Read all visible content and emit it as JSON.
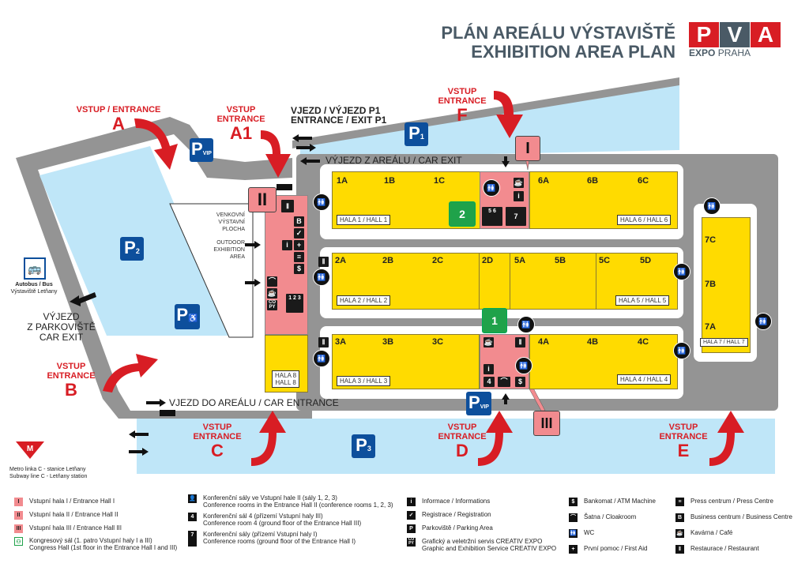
{
  "header": {
    "title_cz": "PLÁN AREÁLU VÝSTAVIŠTĚ",
    "title_en": "EXHIBITION AREA PLAN",
    "logo_letters": [
      "P",
      "V",
      "A"
    ],
    "logo_sub_1": "EXPO",
    "logo_sub_2": "PRAHA",
    "colors": {
      "red": "#d81d24",
      "slate": "#4a5a66",
      "yellow": "#ffdb00",
      "pink": "#f28b8f",
      "road": "#949494",
      "water": "#bfe6f8",
      "parking": "#0d4f9c",
      "congress": "#1fa24a"
    }
  },
  "entrances": {
    "A": {
      "label": "VSTUP / ENTRANCE",
      "letter": "A"
    },
    "A1": {
      "label1": "VSTUP",
      "label2": "ENTRANCE",
      "letter": "A1"
    },
    "B": {
      "label1": "VSTUP",
      "label2": "ENTRANCE",
      "letter": "B"
    },
    "C": {
      "label1": "VSTUP",
      "label2": "ENTRANCE",
      "letter": "C"
    },
    "D": {
      "label1": "VSTUP",
      "label2": "ENTRANCE",
      "letter": "D"
    },
    "E": {
      "label1": "VSTUP",
      "label2": "ENTRANCE",
      "letter": "E"
    },
    "F": {
      "label1": "VSTUP",
      "label2": "ENTRANCE",
      "letter": "F"
    }
  },
  "roads": {
    "p1_cz": "VJEZD / VÝJEZD P1",
    "p1_en": "ENTRANCE / EXIT P1",
    "car_exit": "VÝJEZD Z AREÁLU / CAR EXIT",
    "car_entrance": "VJEZD DO AREÁLU / CAR ENTRANCE",
    "parking_exit_1": "VÝJEZD",
    "parking_exit_2": "Z PARKOVIŠTĚ",
    "parking_exit_3": "CAR EXIT"
  },
  "bus": {
    "line1": "Autobus / Bus",
    "line2": "Výstaviště Letňany"
  },
  "metro": {
    "line1": "Metro linka C - stanice Letňany",
    "line2": "Subway line C - Letňany station"
  },
  "outdoor": {
    "cz1": "VENKOVNÍ",
    "cz2": "VÝSTAVNÍ",
    "cz3": "PLOCHA",
    "en1": "OUTDOOR",
    "en2": "EXHIBITION",
    "en3": "AREA"
  },
  "parking": {
    "p1": {
      "letter": "P",
      "sub": "1"
    },
    "p2": {
      "letter": "P",
      "sub": "2"
    },
    "p3": {
      "letter": "P",
      "sub": "3"
    },
    "vip": {
      "letter": "P",
      "sub": "VIP"
    },
    "disabled": {
      "letter": "P",
      "sub": "♿"
    }
  },
  "halls": {
    "h1": {
      "name": "HALA 1 / HALL 1",
      "sections": [
        "1A",
        "1B",
        "1C"
      ]
    },
    "h2": {
      "name": "HALA 2 / HALL 2",
      "sections": [
        "2A",
        "2B",
        "2C",
        "2D"
      ]
    },
    "h3": {
      "name": "HALA 3 / HALL 3",
      "sections": [
        "3A",
        "3B",
        "3C"
      ]
    },
    "h4": {
      "name": "HALA 4 / HALL 4",
      "sections": [
        "4A",
        "4B",
        "4C"
      ]
    },
    "h5": {
      "name": "HALA 5 / HALL 5",
      "sections": [
        "5A",
        "5B",
        "5C",
        "5D"
      ]
    },
    "h6": {
      "name": "HALA 6 / HALL 6",
      "sections": [
        "6A",
        "6B",
        "6C"
      ]
    },
    "h7": {
      "name": "HALA 7 / HALL 7",
      "sections": [
        "7C",
        "7B",
        "7A"
      ]
    },
    "h8": {
      "name1": "HALA 8",
      "name2": "HALL 8"
    }
  },
  "entrance_halls": {
    "I": "I",
    "II": "II",
    "III": "III"
  },
  "congress": {
    "c1": "1",
    "c2": "2"
  },
  "conf_numbers": {
    "hall2": "1 2 3",
    "hall3": "4",
    "hall1a": "5 6",
    "hall1b": "7"
  },
  "legend": {
    "col1": [
      {
        "icon": "I",
        "text": "Vstupní hala I / Entrance Hall I"
      },
      {
        "icon": "II",
        "text": "Vstupní hala II / Entrance Hall II"
      },
      {
        "icon": "III",
        "text": "Vstupní hala III / Entrance Hall III"
      },
      {
        "icon": "congress",
        "text": "Kongresový sál (1. patro Vstupní haly I a III)",
        "text2": "Congress Hall (1st floor in the Entrance Hall I and III)"
      }
    ],
    "col2": [
      {
        "icon": "conf123",
        "text": "Konferenční sály ve Vstupní hale II (sály 1, 2, 3)",
        "text2": "Conference rooms in the Entrance Hall II (conference rooms 1, 2, 3)"
      },
      {
        "icon": "conf4",
        "text": "Konferenční sál 4 (přízemí Vstupní haly III)",
        "text2": "Conference room 4 (ground floor of the Entrance Hall III)"
      },
      {
        "icon": "conf567",
        "text": "Konferenční sály (přízemí Vstupní haly I)",
        "text2": "Conference rooms (ground floor of the Entrance Hall I)"
      }
    ],
    "col3": [
      {
        "icon": "i",
        "text": "Informace / Informations"
      },
      {
        "icon": "reg",
        "text": "Registrace / Registration"
      },
      {
        "icon": "P",
        "text": "Parkoviště / Parking Area"
      },
      {
        "icon": "CO PY",
        "text": "Grafický a veletržní servis CREATIV EXPO",
        "text2": "Graphic and Exhibition Service CREATIV EXPO"
      }
    ],
    "col4": [
      {
        "icon": "atm",
        "text": "Bankomat / ATM Machine"
      },
      {
        "icon": "cloak",
        "text": "Šatna / Cloakroom"
      },
      {
        "icon": "wc",
        "text": "WC"
      },
      {
        "icon": "+",
        "text": "První pomoc / First Aid"
      }
    ],
    "col5": [
      {
        "icon": "press",
        "text": "Press centrum / Press Centre"
      },
      {
        "icon": "B",
        "text": "Business centrum / Business Centre"
      },
      {
        "icon": "cafe",
        "text": "Kavárna / Café"
      },
      {
        "icon": "rest",
        "text": "Restaurace / Restaurant"
      }
    ]
  }
}
